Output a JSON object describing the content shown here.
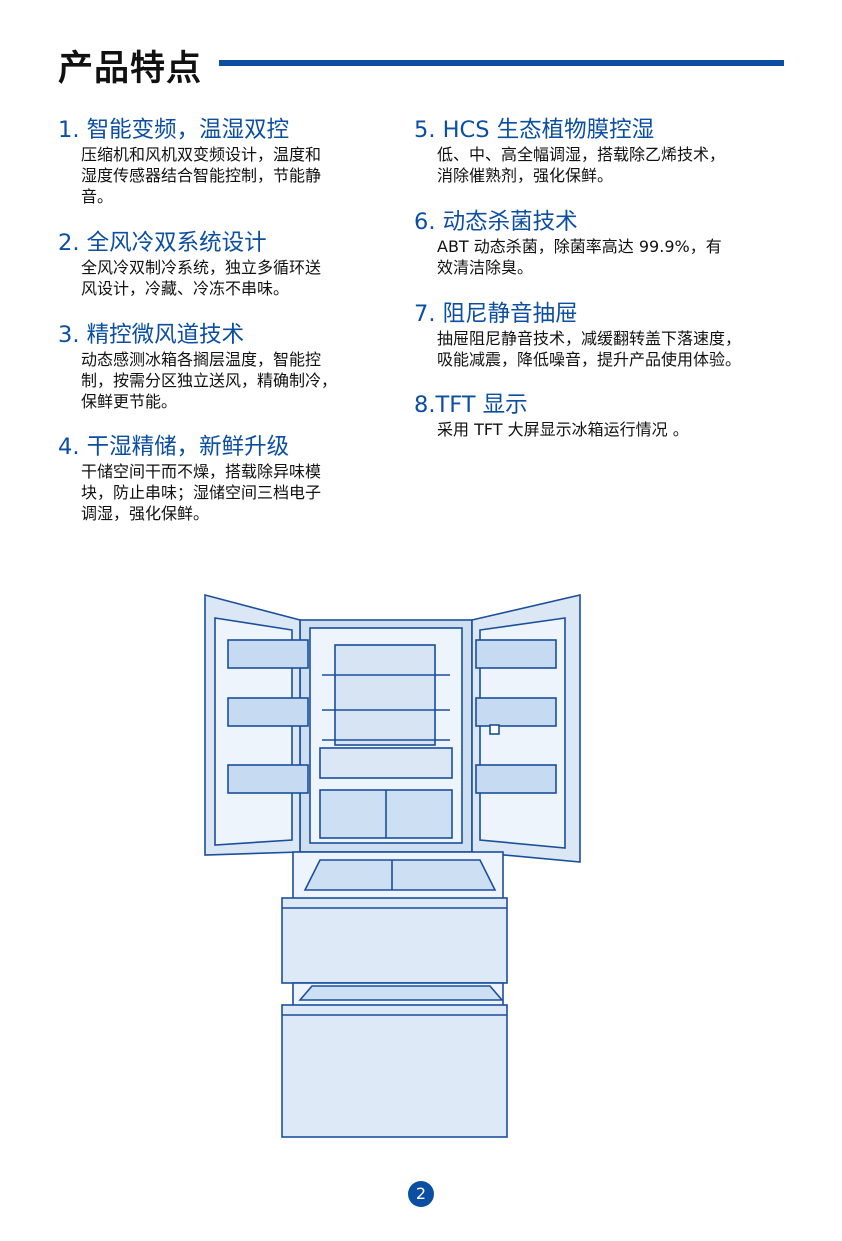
{
  "page_title": "产品特点",
  "features": [
    {
      "heading": "1. 智能变频，温湿双控",
      "lines": [
        "压缩机和风机双变频设计，温度和",
        "湿度传感器结合智能控制，节能静",
        "音。"
      ]
    },
    {
      "heading": "2. 全风冷双系统设计",
      "lines": [
        "全风冷双制冷系统，独立多循环送",
        "风设计，冷藏、冷冻不串味。"
      ]
    },
    {
      "heading": "3. 精控微风道技术",
      "lines": [
        "动态感测冰箱各搁层温度，智能控",
        "制，按需分区独立送风，精确制冷，",
        "保鲜更节能。"
      ]
    },
    {
      "heading": "4. 干湿精储，新鲜升级",
      "lines": [
        "干储空间干而不燥，搭载除异味模",
        "块，防止串味；湿储空间三档电子",
        "调湿，强化保鲜。"
      ]
    },
    {
      "heading": "5. HCS 生态植物膜控湿",
      "lines": [
        "低、中、高全幅调湿，搭载除乙烯技术，",
        "消除催熟剂，强化保鲜。"
      ]
    },
    {
      "heading": "6. 动态杀菌技术",
      "lines": [
        "ABT 动态杀菌，除菌率高达 99.9%，有",
        "效清洁除臭。"
      ]
    },
    {
      "heading": "7. 阻尼静音抽屉",
      "lines": [
        "抽屉阻尼静音技术，减缓翻转盖下落速度，",
        "吸能减震，降低噪音，提升产品使用体验。"
      ]
    },
    {
      "heading": "8.TFT 显示",
      "lines": [
        " 采用 TFT 大屏显示冰箱运行情况 。"
      ]
    }
  ],
  "page_number": "2",
  "colors": {
    "accent": "#0b4ea2",
    "text": "#111111",
    "fridge_fill": "#dbe7f5"
  }
}
